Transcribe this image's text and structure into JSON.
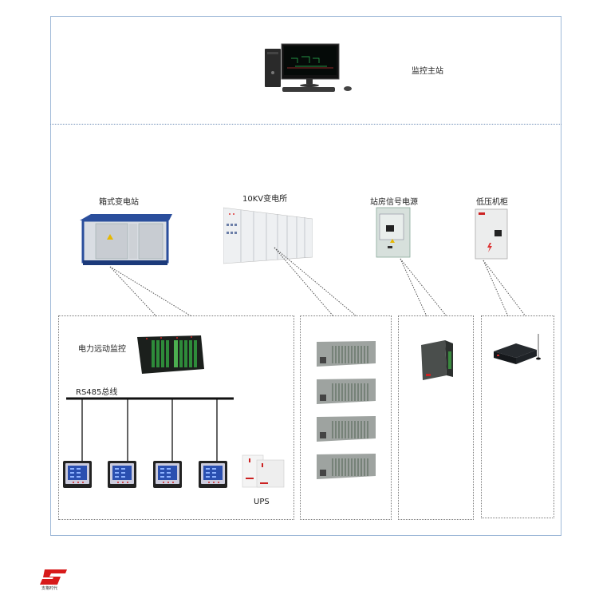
{
  "diagram": {
    "master_station": {
      "label": "监控主站",
      "icon": "desktop-computer-icon"
    },
    "sites": [
      {
        "label": "箱式变电站",
        "icon": "box-substation-icon"
      },
      {
        "label": "10KV变电所",
        "icon": "switchgear-cabinet-row-icon"
      },
      {
        "label": "站房信号电源",
        "icon": "signal-power-cabinet-icon"
      },
      {
        "label": "低压机柜",
        "icon": "low-voltage-cabinet-icon"
      }
    ],
    "group1": {
      "rtu_label": "电力远动监控",
      "rtu_icon": "rtu-rack-icon",
      "bus_label": "RS485总线",
      "meters_count": 4,
      "meter_icon": "power-meter-icon",
      "ups_label": "UPS",
      "ups_icon": "ups-icon"
    },
    "group2": {
      "device_icon": "io-module-rack-icon",
      "device_count": 4
    },
    "group3": {
      "device_icon": "data-collector-icon"
    },
    "group4": {
      "device_icon": "wireless-dtu-icon"
    },
    "logo": {
      "icon": "company-logo-icon",
      "text": "支格时代"
    }
  }
}
